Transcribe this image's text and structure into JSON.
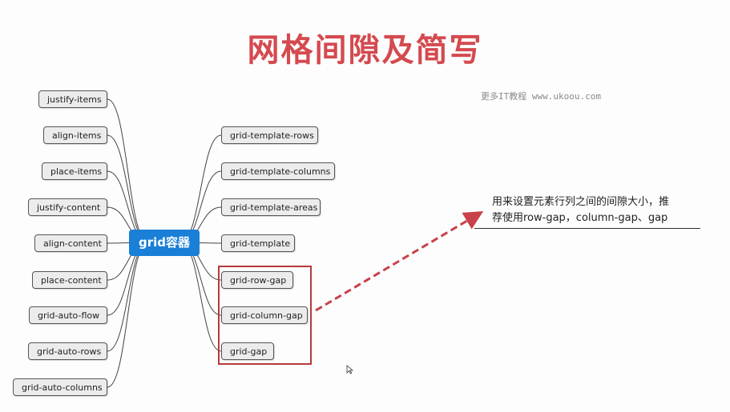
{
  "title": "网格间隙及简写",
  "watermark": "更多IT教程 www.ukoou.com",
  "center": "grid容器",
  "left_nodes": [
    "justify-items",
    "align-items",
    "place-items",
    "justify-content",
    "align-content",
    "place-content",
    "grid-auto-flow",
    "grid-auto-rows",
    "grid-auto-columns"
  ],
  "right_nodes": [
    "grid-template-rows",
    "grid-template-columns",
    "grid-template-areas",
    "grid-template",
    "grid-row-gap",
    "grid-column-gap",
    "grid-gap"
  ],
  "note": {
    "line1": "用来设置元素行列之间的间隙大小，推",
    "line2": "荐使用row-gap，column-gap、gap"
  },
  "colors": {
    "title": "#d44a4f",
    "center_bg": "#1a7fd6",
    "highlight": "#b53a3a",
    "arrow": "#c9414a"
  }
}
